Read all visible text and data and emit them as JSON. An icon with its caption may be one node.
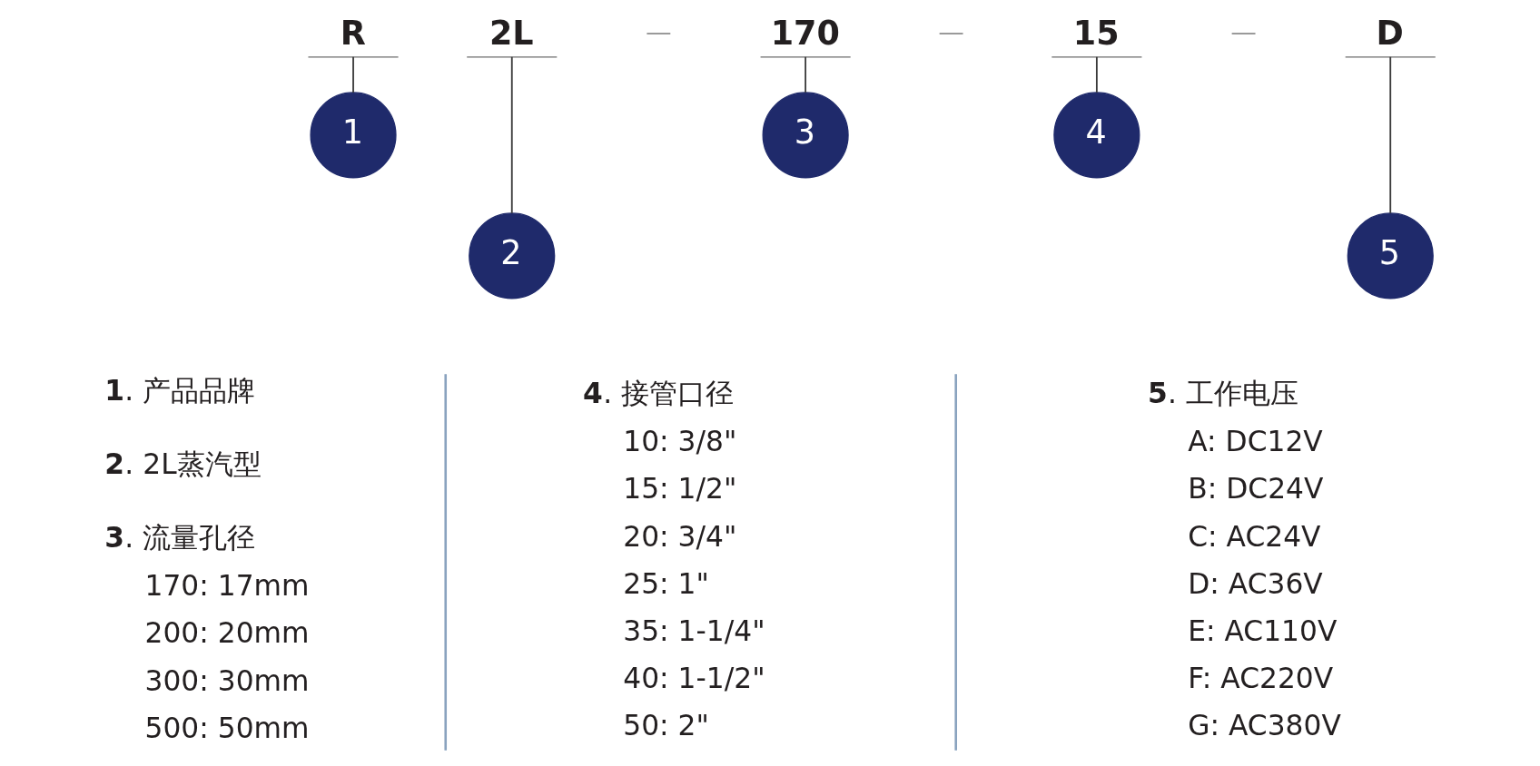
{
  "diagram": {
    "nodes": [
      {
        "text": [
          "R"
        ]
      },
      {
        "text": [
          "2L"
        ]
      },
      {
        "text": [
          "170"
        ]
      },
      {
        "text": [
          "15"
        ]
      },
      {
        "text": [
          "D"
        ]
      },
      {
        "text": [
          "1"
        ]
      },
      {
        "text": [
          "2"
        ]
      },
      {
        "text": [
          "3"
        ]
      },
      {
        "text": [
          "4"
        ]
      },
      {
        "text": [
          "5"
        ]
      }
    ],
    "edges": [
      {
        "from": 0,
        "to": 5,
        "arrow": "none"
      },
      {
        "from": 1,
        "to": 6,
        "arrow": "none"
      },
      {
        "from": 2,
        "to": 7,
        "arrow": "none"
      },
      {
        "from": 3,
        "to": 8,
        "arrow": "none"
      },
      {
        "from": 4,
        "to": 9,
        "arrow": "none"
      }
    ],
    "labels": [
      "—",
      "—",
      "—",
      "**1**. 产品品牌",
      "**2**. 2L蒸汽型",
      "**3**. 流量孔径",
      "170: 17mm",
      "200: 20mm",
      "300: 30mm",
      "500: 50mm",
      "**4**. 接管口径",
      "10: 3/8\"",
      "15: 1/2\"",
      "20: 3/4\"",
      "25: 1\"",
      "35: 1-1/4\"",
      "40: 1-1/2\"",
      "50: 2\"",
      "**5**. 工作电压",
      "A: DC12V",
      "B: DC24V",
      "C: AC24V",
      "D: AC36V",
      "E: AC110V",
      "F: AC220V",
      "G: AC380V"
    ]
  }
}
